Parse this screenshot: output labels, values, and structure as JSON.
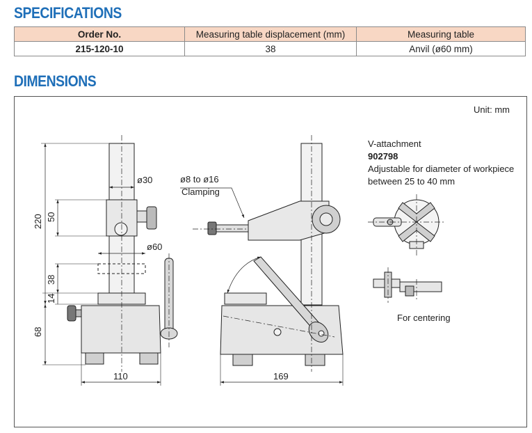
{
  "specifications": {
    "heading": "SPECIFICATIONS",
    "columns": [
      "Order No.",
      "Measuring table displacement (mm)",
      "Measuring table"
    ],
    "rows": [
      [
        "215-120-10",
        "38",
        "Anvil (ø60 mm)"
      ]
    ]
  },
  "dimensions": {
    "heading": "DIMENSIONS",
    "unit": "Unit: mm",
    "labels": {
      "d30": "ø30",
      "d60": "ø60",
      "h220": "220",
      "h50": "50",
      "h38": "38",
      "h14": "14",
      "h68": "68",
      "w110": "110",
      "w169": "169",
      "clamp_range": "ø8 to ø16",
      "clamping": "Clamping"
    },
    "v_attachment": {
      "title": "V-attachment",
      "code": "902798",
      "desc_line1": "Adjustable for diameter of workpiece",
      "desc_line2": "between 25 to 40 mm",
      "centering": "For centering"
    }
  },
  "colors": {
    "heading": "#1f6fb8",
    "table_header_bg": "#f8d7c4"
  }
}
